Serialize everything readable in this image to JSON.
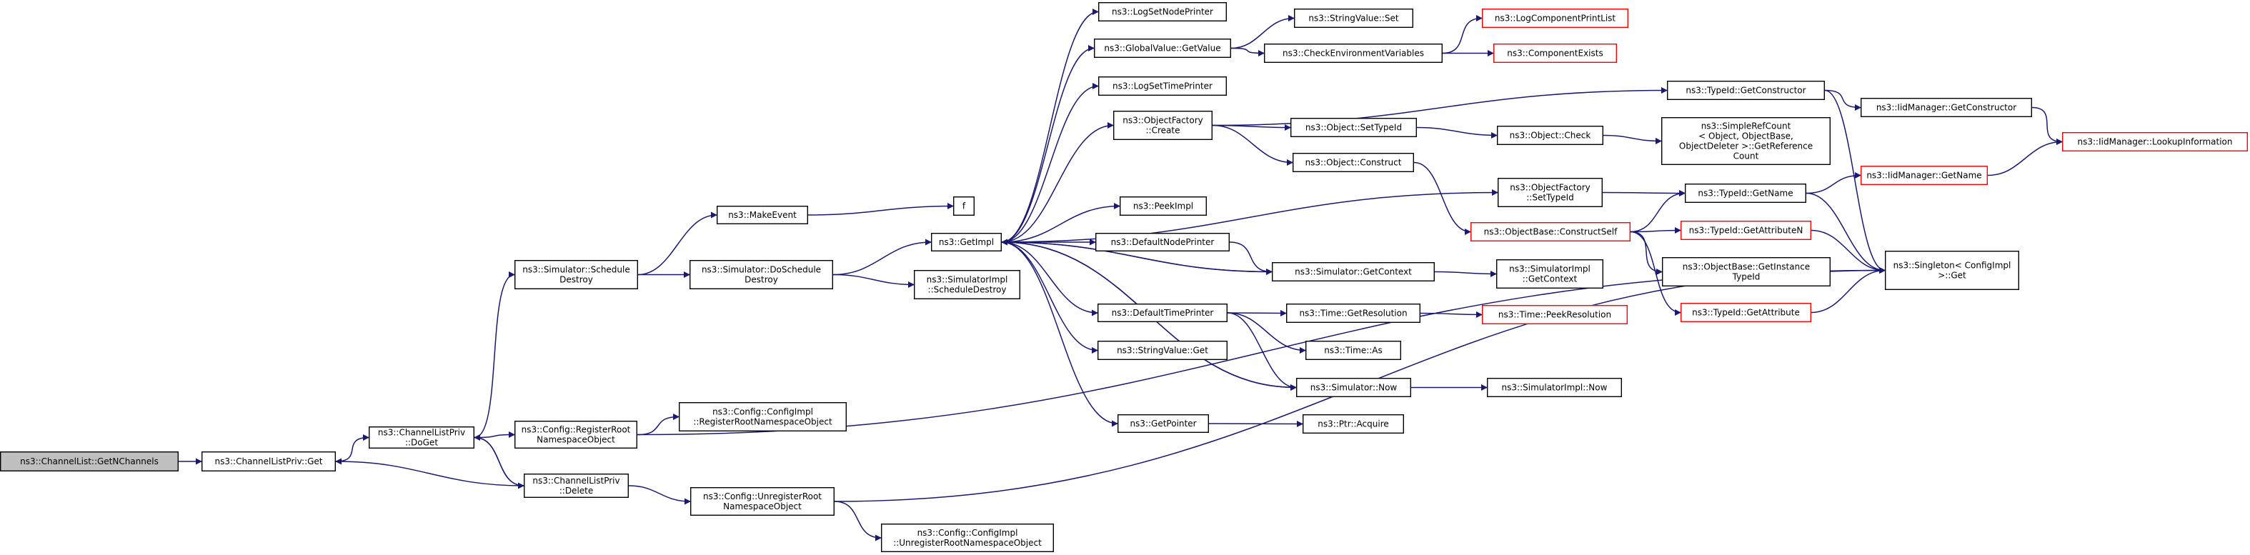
{
  "graph": {
    "colors": {
      "edge": "#191970",
      "node_border": "#000000",
      "node_fill": "#ffffff",
      "root_fill": "#bfbfbf",
      "truncated_border": "#ff0000"
    },
    "nodes": [
      {
        "id": "root",
        "lines": [
          "ns3::ChannelList::GetNChannels"
        ],
        "style": "root"
      },
      {
        "id": "clpget",
        "lines": [
          "ns3::ChannelListPriv::Get"
        ],
        "style": "normal"
      },
      {
        "id": "doget",
        "lines": [
          "ns3::ChannelListPriv",
          "::DoGet"
        ],
        "style": "normal"
      },
      {
        "id": "schedDestroy",
        "lines": [
          "ns3::Simulator::Schedule",
          "Destroy"
        ],
        "style": "normal"
      },
      {
        "id": "regRoot",
        "lines": [
          "ns3::Config::RegisterRoot",
          "NamespaceObject"
        ],
        "style": "normal"
      },
      {
        "id": "clpDelete",
        "lines": [
          "ns3::ChannelListPriv",
          "::Delete"
        ],
        "style": "normal"
      },
      {
        "id": "makeEvent",
        "lines": [
          "ns3::MakeEvent"
        ],
        "style": "normal"
      },
      {
        "id": "doSchedDestroy",
        "lines": [
          "ns3::Simulator::DoSchedule",
          "Destroy"
        ],
        "style": "normal"
      },
      {
        "id": "cfgImplReg",
        "lines": [
          "ns3::Config::ConfigImpl",
          "::RegisterRootNamespaceObject"
        ],
        "style": "normal"
      },
      {
        "id": "unregRoot",
        "lines": [
          "ns3::Config::UnregisterRoot",
          "NamespaceObject"
        ],
        "style": "normal"
      },
      {
        "id": "cfgImplUnreg",
        "lines": [
          "ns3::Config::ConfigImpl",
          "::UnregisterRootNamespaceObject"
        ],
        "style": "normal"
      },
      {
        "id": "f",
        "lines": [
          "f"
        ],
        "style": "normal"
      },
      {
        "id": "getImpl",
        "lines": [
          "ns3::GetImpl"
        ],
        "style": "normal"
      },
      {
        "id": "simImplSchedDestroy",
        "lines": [
          "ns3::SimulatorImpl",
          "::ScheduleDestroy"
        ],
        "style": "normal"
      },
      {
        "id": "logSetNodePrinter",
        "lines": [
          "ns3::LogSetNodePrinter"
        ],
        "style": "normal"
      },
      {
        "id": "globalValueGet",
        "lines": [
          "ns3::GlobalValue::GetValue"
        ],
        "style": "normal"
      },
      {
        "id": "logSetTimePrinter",
        "lines": [
          "ns3::LogSetTimePrinter"
        ],
        "style": "normal"
      },
      {
        "id": "objFactoryCreate",
        "lines": [
          "ns3::ObjectFactory",
          "::Create"
        ],
        "style": "normal"
      },
      {
        "id": "peekImpl",
        "lines": [
          "ns3::PeekImpl"
        ],
        "style": "normal"
      },
      {
        "id": "defaultNodePrinter",
        "lines": [
          "ns3::DefaultNodePrinter"
        ],
        "style": "normal"
      },
      {
        "id": "defaultTimePrinter",
        "lines": [
          "ns3::DefaultTimePrinter"
        ],
        "style": "normal"
      },
      {
        "id": "stringValueGet",
        "lines": [
          "ns3::StringValue::Get"
        ],
        "style": "normal"
      },
      {
        "id": "getPointer",
        "lines": [
          "ns3::GetPointer"
        ],
        "style": "normal"
      },
      {
        "id": "stringValueSet",
        "lines": [
          "ns3::StringValue::Set"
        ],
        "style": "normal"
      },
      {
        "id": "checkEnvVars",
        "lines": [
          "ns3::CheckEnvironmentVariables"
        ],
        "style": "normal"
      },
      {
        "id": "objSetTypeId",
        "lines": [
          "ns3::Object::SetTypeId"
        ],
        "style": "normal"
      },
      {
        "id": "objConstruct",
        "lines": [
          "ns3::Object::Construct"
        ],
        "style": "normal"
      },
      {
        "id": "simGetContext",
        "lines": [
          "ns3::Simulator::GetContext"
        ],
        "style": "normal"
      },
      {
        "id": "timeGetRes",
        "lines": [
          "ns3::Time::GetResolution"
        ],
        "style": "normal"
      },
      {
        "id": "timeAs",
        "lines": [
          "ns3::Time::As"
        ],
        "style": "normal"
      },
      {
        "id": "simNow",
        "lines": [
          "ns3::Simulator::Now"
        ],
        "style": "normal"
      },
      {
        "id": "ptrAcquire",
        "lines": [
          "ns3::Ptr::Acquire"
        ],
        "style": "normal"
      },
      {
        "id": "logCompPrintList",
        "lines": [
          "ns3::LogComponentPrintList"
        ],
        "style": "truncated"
      },
      {
        "id": "componentExists",
        "lines": [
          "ns3::ComponentExists"
        ],
        "style": "truncated"
      },
      {
        "id": "typeIdGetCtor",
        "lines": [
          "ns3::TypeId::GetConstructor"
        ],
        "style": "normal"
      },
      {
        "id": "objCheck",
        "lines": [
          "ns3::Object::Check"
        ],
        "style": "normal"
      },
      {
        "id": "objFactorySetTypeId",
        "lines": [
          "ns3::ObjectFactory",
          "::SetTypeId"
        ],
        "style": "normal"
      },
      {
        "id": "objBaseConstructSelf",
        "lines": [
          "ns3::ObjectBase::ConstructSelf"
        ],
        "style": "truncated"
      },
      {
        "id": "simImplGetContext",
        "lines": [
          "ns3::SimulatorImpl",
          "::GetContext"
        ],
        "style": "normal"
      },
      {
        "id": "timePeekRes",
        "lines": [
          "ns3::Time::PeekResolution"
        ],
        "style": "truncated"
      },
      {
        "id": "simImplNow",
        "lines": [
          "ns3::SimulatorImpl::Now"
        ],
        "style": "normal"
      },
      {
        "id": "iidMgrGetCtor",
        "lines": [
          "ns3::IidManager::GetConstructor"
        ],
        "style": "normal"
      },
      {
        "id": "simpleRefCount",
        "lines": [
          "ns3::SimpleRefCount",
          "< Object, ObjectBase,",
          "ObjectDeleter >::GetReference",
          "Count"
        ],
        "style": "normal"
      },
      {
        "id": "typeIdGetName",
        "lines": [
          "ns3::TypeId::GetName"
        ],
        "style": "normal"
      },
      {
        "id": "typeIdGetAttrN",
        "lines": [
          "ns3::TypeId::GetAttributeN"
        ],
        "style": "truncated"
      },
      {
        "id": "objBaseGetInstTypeId",
        "lines": [
          "ns3::ObjectBase::GetInstance",
          "TypeId"
        ],
        "style": "normal"
      },
      {
        "id": "typeIdGetAttr",
        "lines": [
          "ns3::TypeId::GetAttribute"
        ],
        "style": "truncated"
      },
      {
        "id": "iidMgrLookupInfo",
        "lines": [
          "ns3::IidManager::LookupInformation"
        ],
        "style": "truncated"
      },
      {
        "id": "iidMgrGetName",
        "lines": [
          "ns3::IidManager::GetName"
        ],
        "style": "truncated"
      },
      {
        "id": "singletonGet",
        "lines": [
          "ns3::Singleton< ConfigImpl",
          ">::Get"
        ],
        "style": "normal"
      }
    ],
    "edges": [
      [
        "root",
        "clpget"
      ],
      [
        "clpget",
        "doget"
      ],
      [
        "doget",
        "schedDestroy"
      ],
      [
        "doget",
        "regRoot"
      ],
      [
        "doget",
        "clpDelete"
      ],
      [
        "clpDelete",
        "doget"
      ],
      [
        "clpDelete",
        "clpget"
      ],
      [
        "clpDelete",
        "unregRoot"
      ],
      [
        "schedDestroy",
        "makeEvent"
      ],
      [
        "schedDestroy",
        "doSchedDestroy"
      ],
      [
        "regRoot",
        "cfgImplReg"
      ],
      [
        "regRoot",
        "singletonGet"
      ],
      [
        "unregRoot",
        "cfgImplUnreg"
      ],
      [
        "unregRoot",
        "singletonGet"
      ],
      [
        "makeEvent",
        "f"
      ],
      [
        "doSchedDestroy",
        "getImpl"
      ],
      [
        "doSchedDestroy",
        "simImplSchedDestroy"
      ],
      [
        "getImpl",
        "logSetNodePrinter"
      ],
      [
        "getImpl",
        "globalValueGet"
      ],
      [
        "getImpl",
        "logSetTimePrinter"
      ],
      [
        "getImpl",
        "objFactoryCreate"
      ],
      [
        "getImpl",
        "objFactorySetTypeId"
      ],
      [
        "getImpl",
        "peekImpl"
      ],
      [
        "getImpl",
        "defaultNodePrinter"
      ],
      [
        "getImpl",
        "simGetContext"
      ],
      [
        "getImpl",
        "defaultTimePrinter"
      ],
      [
        "getImpl",
        "stringValueGet"
      ],
      [
        "getImpl",
        "simNow"
      ],
      [
        "getImpl",
        "getPointer"
      ],
      [
        "defaultNodePrinter",
        "simGetContext"
      ],
      [
        "defaultTimePrinter",
        "timeGetRes"
      ],
      [
        "defaultTimePrinter",
        "timeAs"
      ],
      [
        "defaultTimePrinter",
        "simNow"
      ],
      [
        "simGetContext",
        "getImpl"
      ],
      [
        "simNow",
        "getImpl"
      ],
      [
        "globalValueGet",
        "stringValueSet"
      ],
      [
        "globalValueGet",
        "checkEnvVars"
      ],
      [
        "checkEnvVars",
        "logCompPrintList"
      ],
      [
        "checkEnvVars",
        "componentExists"
      ],
      [
        "objFactoryCreate",
        "typeIdGetCtor"
      ],
      [
        "objFactoryCreate",
        "objSetTypeId"
      ],
      [
        "objFactoryCreate",
        "objConstruct"
      ],
      [
        "objSetTypeId",
        "objCheck"
      ],
      [
        "objCheck",
        "simpleRefCount"
      ],
      [
        "objConstruct",
        "objBaseConstructSelf"
      ],
      [
        "getPointer",
        "ptrAcquire"
      ],
      [
        "simGetContext",
        "simImplGetContext"
      ],
      [
        "timeGetRes",
        "timePeekRes"
      ],
      [
        "simNow",
        "simImplNow"
      ],
      [
        "typeIdGetCtor",
        "iidMgrGetCtor"
      ],
      [
        "typeIdGetCtor",
        "singletonGet"
      ],
      [
        "iidMgrGetCtor",
        "iidMgrLookupInfo"
      ],
      [
        "objFactorySetTypeId",
        "typeIdGetName"
      ],
      [
        "typeIdGetName",
        "iidMgrGetName"
      ],
      [
        "typeIdGetName",
        "singletonGet"
      ],
      [
        "iidMgrGetName",
        "iidMgrLookupInfo"
      ],
      [
        "objBaseConstructSelf",
        "typeIdGetName"
      ],
      [
        "objBaseConstructSelf",
        "typeIdGetAttrN"
      ],
      [
        "objBaseConstructSelf",
        "objBaseGetInstTypeId"
      ],
      [
        "objBaseConstructSelf",
        "typeIdGetAttr"
      ],
      [
        "typeIdGetAttrN",
        "singletonGet"
      ],
      [
        "typeIdGetAttr",
        "singletonGet"
      ]
    ]
  }
}
